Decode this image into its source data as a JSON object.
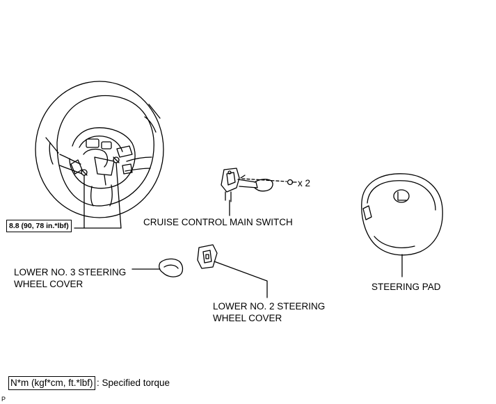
{
  "labels": {
    "torque_value": "8.8 (90, 78 in.*lbf)",
    "cruise_switch": "CRUISE CONTROL MAIN SWITCH",
    "screw_count": "x 2",
    "lower_no3_line1": "LOWER NO. 3 STEERING",
    "lower_no3_line2": "WHEEL COVER",
    "lower_no2_line1": "LOWER NO. 2 STEERING",
    "lower_no2_line2": "WHEEL COVER",
    "steering_pad": "STEERING PAD"
  },
  "legend": {
    "key": "N*m (kgf*cm, ft.*lbf)",
    "text": ": Specified torque"
  },
  "corner_code": "P",
  "colors": {
    "line": "#000000",
    "background": "#ffffff"
  }
}
